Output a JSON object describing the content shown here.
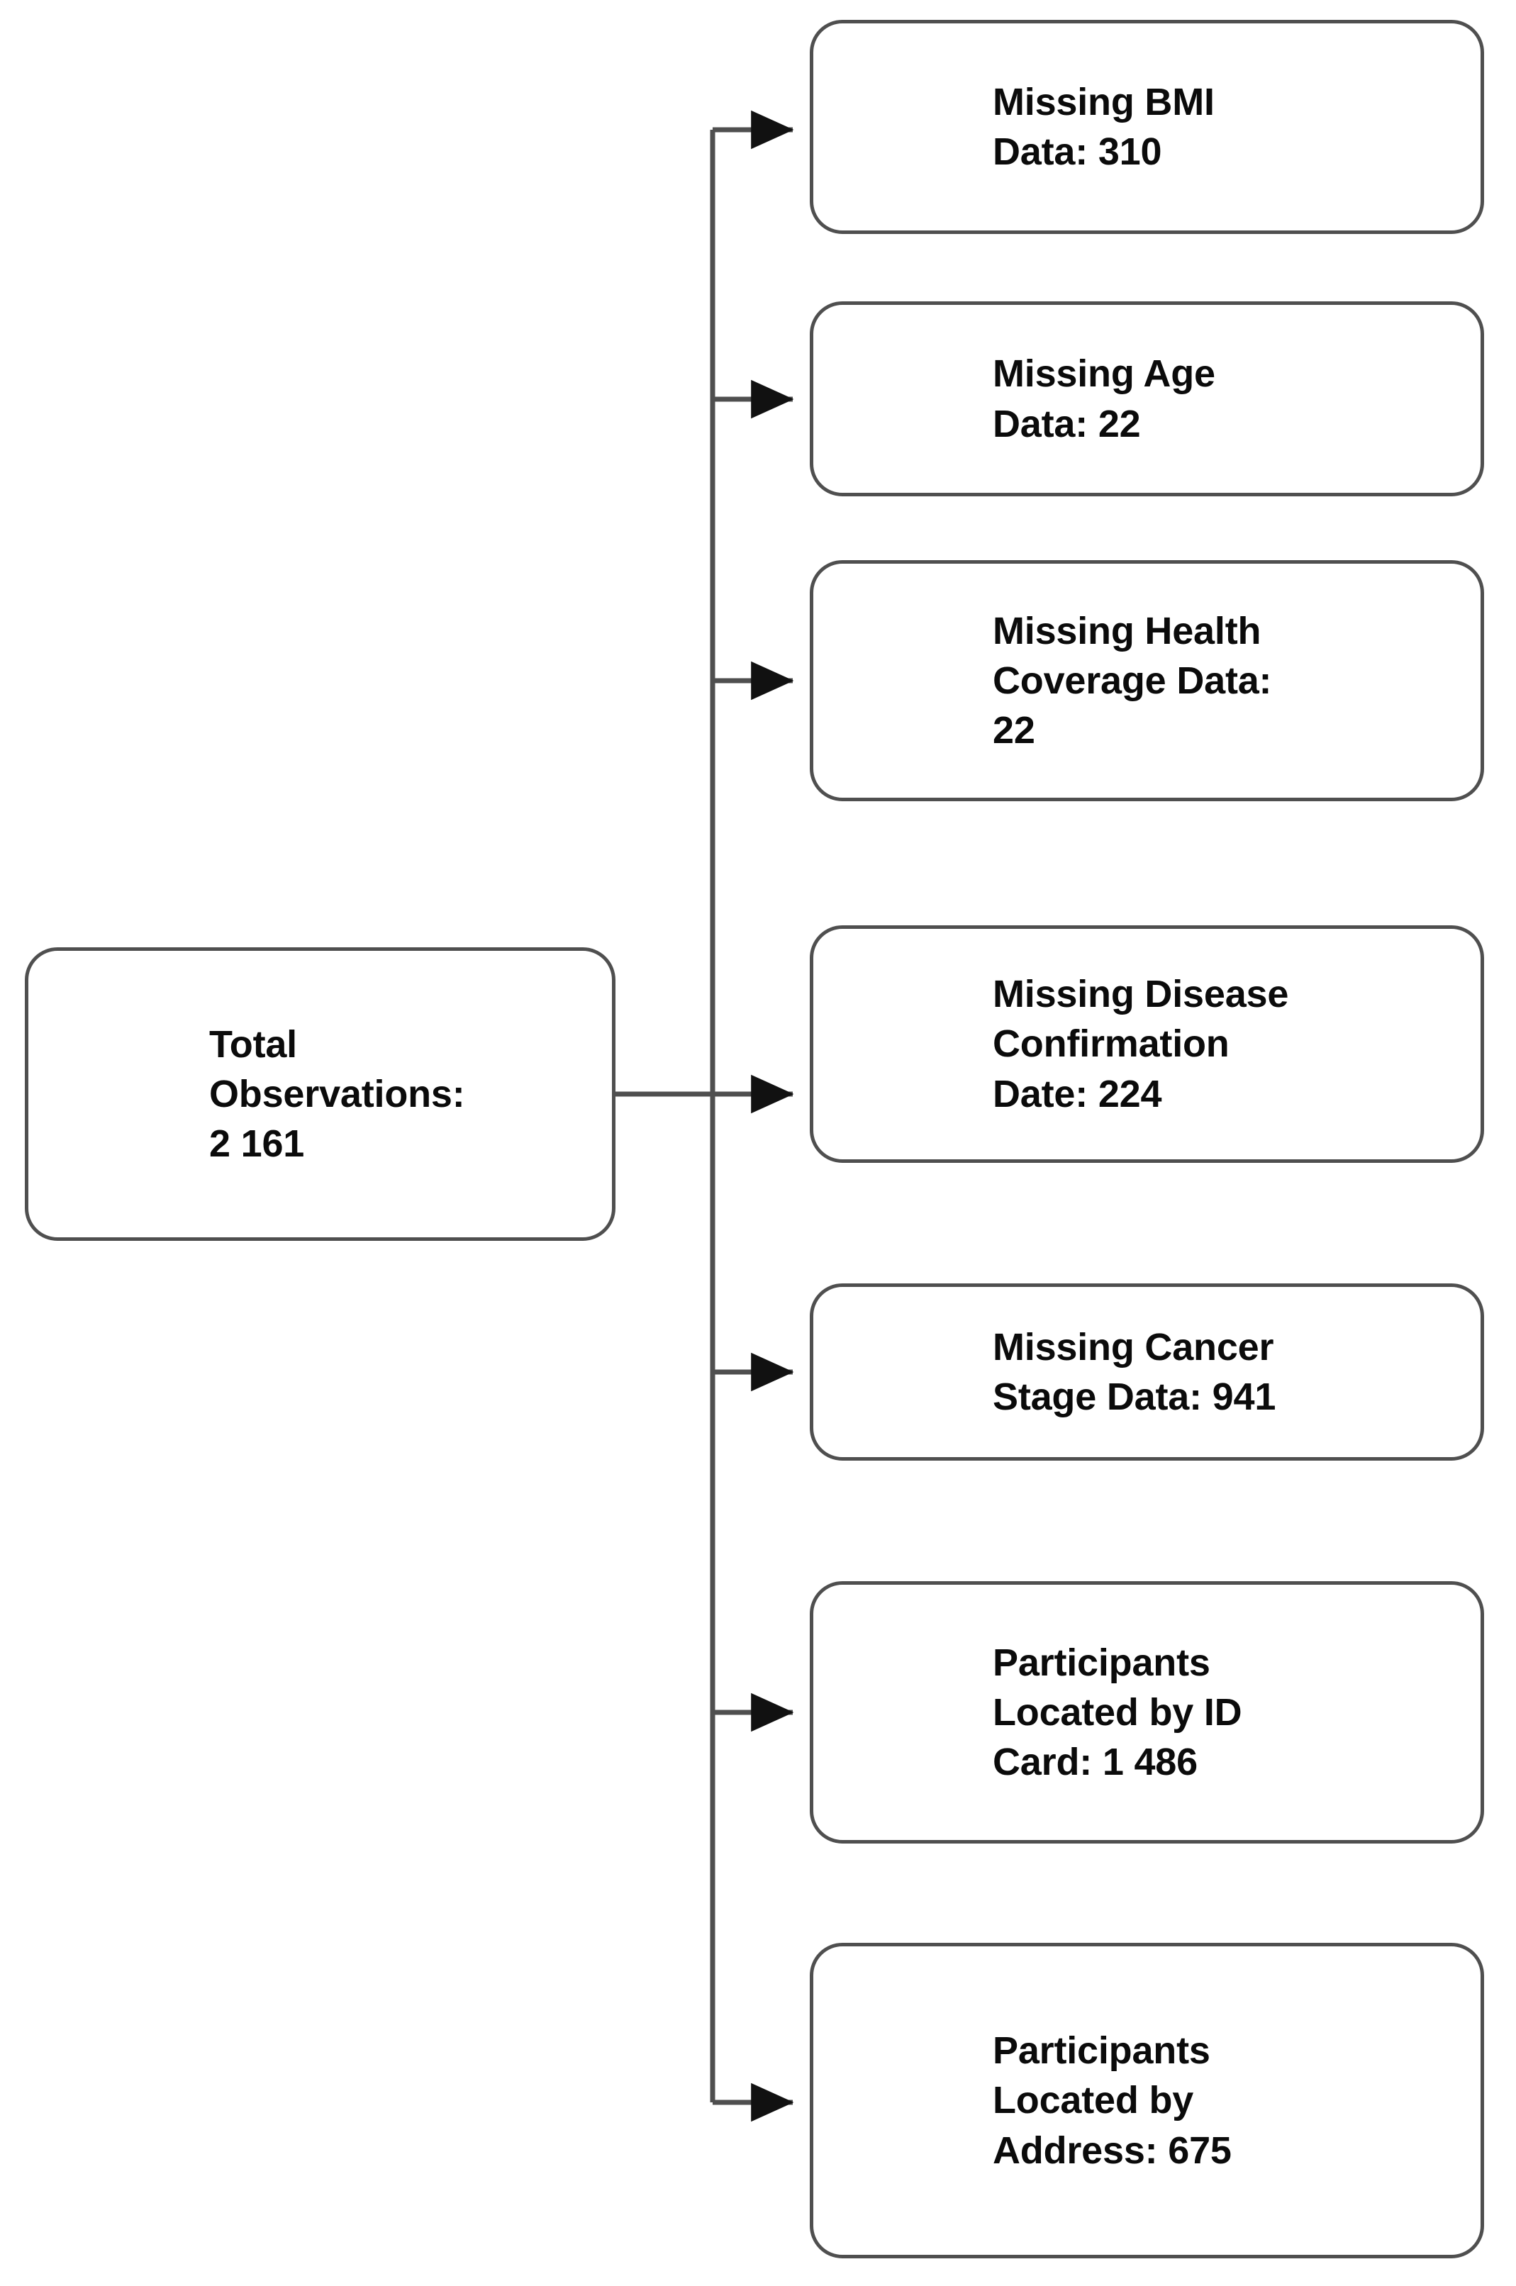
{
  "diagram": {
    "title": "Study population flow diagram",
    "type": "flowchart",
    "orientation": "left-to-right",
    "colors": {
      "box_border": "#4f4f4f",
      "box_fill": "#ffffff",
      "text": "#0b0b0b",
      "connector": "#4f4f4f",
      "background": "#ffffff"
    },
    "root": {
      "id": "total-observations",
      "lines": [
        "Total",
        "Observations:",
        "2 161"
      ],
      "label": "Total Observations",
      "value": "2 161"
    },
    "branches": [
      {
        "id": "missing-bmi-data",
        "lines": [
          "Missing BMI",
          "Data: 310"
        ],
        "label": "Missing BMI Data",
        "value": "310"
      },
      {
        "id": "missing-age-data",
        "lines": [
          "Missing Age",
          "Data: 22"
        ],
        "label": "Missing Age Data",
        "value": "22"
      },
      {
        "id": "missing-health-coverage-data",
        "lines": [
          "Missing Health",
          "Coverage Data:",
          "22"
        ],
        "label": "Missing Health Coverage Data",
        "value": "22"
      },
      {
        "id": "missing-disease-confirmation-date",
        "lines": [
          "Missing Disease",
          "Confirmation",
          "Date: 224"
        ],
        "label": "Missing Disease Confirmation Date",
        "value": "224"
      },
      {
        "id": "missing-cancer-stage-data",
        "lines": [
          "Missing Cancer",
          "Stage Data: 941"
        ],
        "label": "Missing Cancer Stage Data",
        "value": "941"
      },
      {
        "id": "participants-located-by-id-card",
        "lines": [
          "Participants",
          "Located by ID",
          "Card: 1 486"
        ],
        "label": "Participants Located by ID Card",
        "value": "1 486"
      },
      {
        "id": "participants-located-by-address",
        "lines": [
          "Participants",
          "Located by",
          "Address: 675"
        ],
        "label": "Participants Located by Address",
        "value": "675"
      }
    ]
  }
}
